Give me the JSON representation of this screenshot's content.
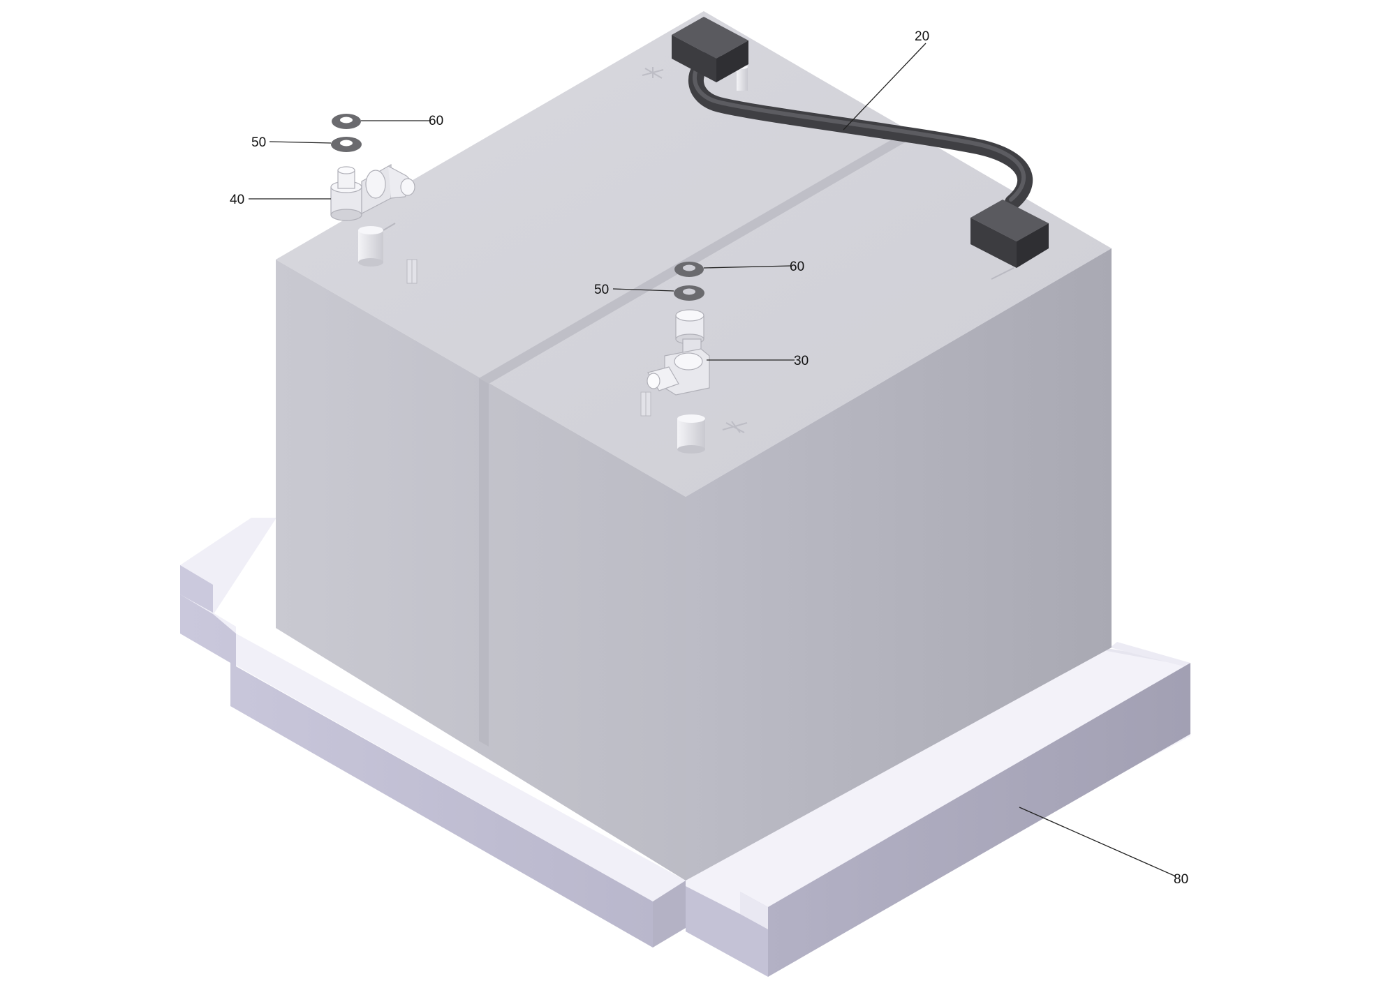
{
  "diagram": {
    "type": "exploded-parts-view",
    "callouts": [
      {
        "id": "callout-20",
        "label": "20",
        "part": "cable"
      },
      {
        "id": "callout-60a",
        "label": "60",
        "part": "washer"
      },
      {
        "id": "callout-50a",
        "label": "50",
        "part": "washer"
      },
      {
        "id": "callout-40",
        "label": "40",
        "part": "terminal-clamp"
      },
      {
        "id": "callout-60b",
        "label": "60",
        "part": "washer"
      },
      {
        "id": "callout-50b",
        "label": "50",
        "part": "washer"
      },
      {
        "id": "callout-30",
        "label": "30",
        "part": "terminal-clamp"
      },
      {
        "id": "callout-80",
        "label": "80",
        "part": "base-frame"
      }
    ],
    "colors": {
      "background": "#ffffff",
      "battery_top": "#d4d4da",
      "battery_left": "#c4c4cc",
      "battery_right": "#b2b2bc",
      "frame_top": "#f0eff7",
      "frame_side": "#c6c4d8",
      "frame_dark": "#a9a7bb",
      "cable": "#4a4a4e",
      "washer": "#6e6e72",
      "clamp": "#eeeef2"
    }
  }
}
